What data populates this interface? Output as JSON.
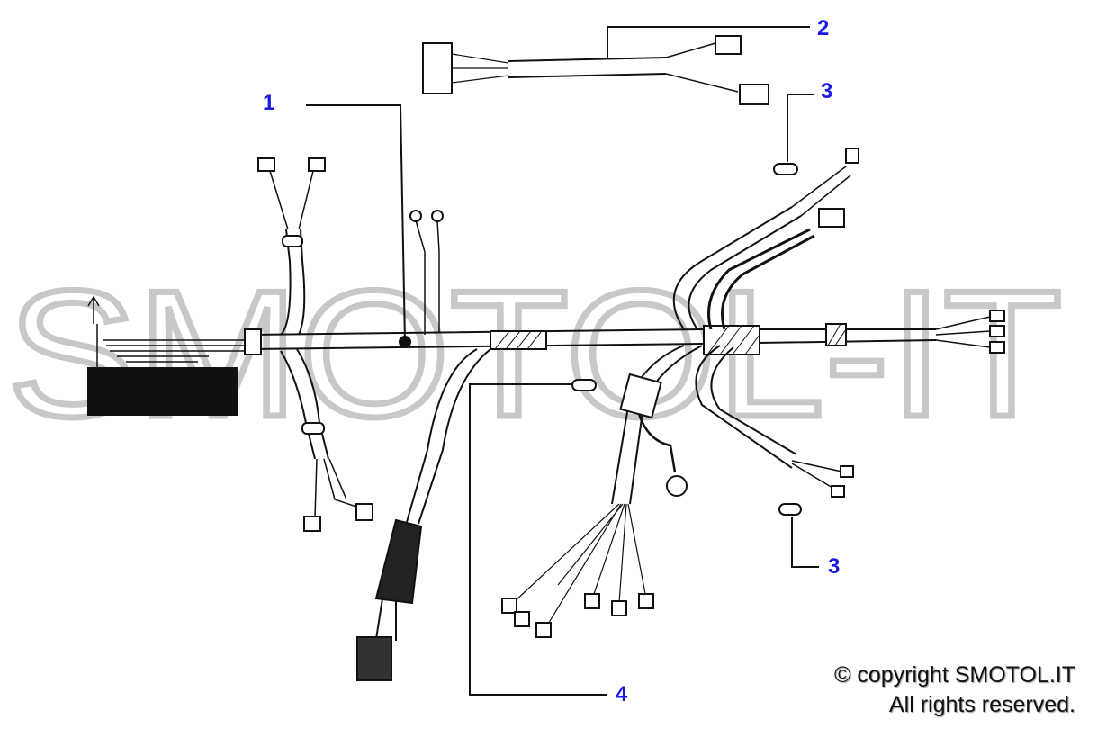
{
  "watermark": "SMOTOL.IT",
  "callouts": {
    "c1": "1",
    "c2": "2",
    "c3a": "3",
    "c3b": "3",
    "c4": "4"
  },
  "copyright": {
    "line1": "© copyright SMOTOL.IT",
    "line2": "All rights reserved."
  },
  "colors": {
    "callout": "#1a1adf",
    "watermark": "#c8c8c8",
    "line": "#111111"
  }
}
